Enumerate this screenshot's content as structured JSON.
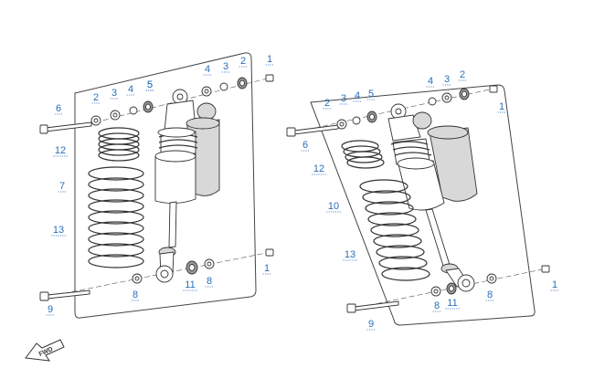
{
  "diagram": {
    "fwd_label": "FWD",
    "left_callouts": [
      "1",
      "2",
      "3",
      "4",
      "5",
      "6",
      "2",
      "3",
      "4",
      "5",
      "12",
      "7",
      "13",
      "8",
      "9",
      "11",
      "8",
      "1"
    ],
    "right_callouts": [
      "4",
      "3",
      "2",
      "1",
      "2",
      "3",
      "4",
      "5",
      "6",
      "12",
      "10",
      "13",
      "8",
      "11",
      "8",
      "9",
      "1"
    ]
  },
  "colors": {
    "callout": "#2a6fb8",
    "line": "#333333"
  }
}
